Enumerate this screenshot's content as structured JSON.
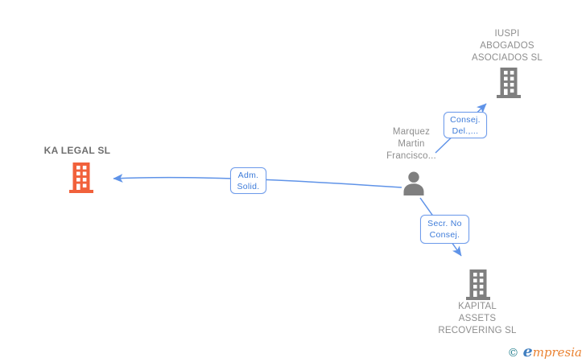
{
  "diagram": {
    "nodes": {
      "ka_legal": {
        "name": "KA LEGAL SL",
        "type": "company",
        "icon": "building-icon"
      },
      "iuspi": {
        "line1": "IUSPI",
        "line2": "ABOGADOS",
        "line3": "ASOCIADOS SL",
        "type": "company",
        "icon": "building-icon"
      },
      "person": {
        "line1": "Marquez",
        "line2": "Martin",
        "line3": "Francisco...",
        "type": "person",
        "icon": "person-icon"
      },
      "kapital": {
        "line1": "KAPITAL",
        "line2": "ASSETS",
        "line3": "RECOVERING SL",
        "type": "company",
        "icon": "building-icon"
      }
    },
    "edge_labels": {
      "adm": {
        "line1": "Adm.",
        "line2": "Solid."
      },
      "consej": {
        "line1": "Consej.",
        "line2": "Del.,..."
      },
      "secr": {
        "line1": "Secr. No",
        "line2": "Consej."
      }
    },
    "colors": {
      "edge_blue": "#5f93e8",
      "edge_label_blue": "#3d7bd9",
      "node_gray": "#7f7f7f",
      "text_gray": "#8e8e8e",
      "main_text_gray": "#6e6e6e",
      "highlight_orange": "#f1613b"
    }
  },
  "footer": {
    "copyright_symbol": "©",
    "brand_initial": "e",
    "brand_rest": "mpresia"
  }
}
